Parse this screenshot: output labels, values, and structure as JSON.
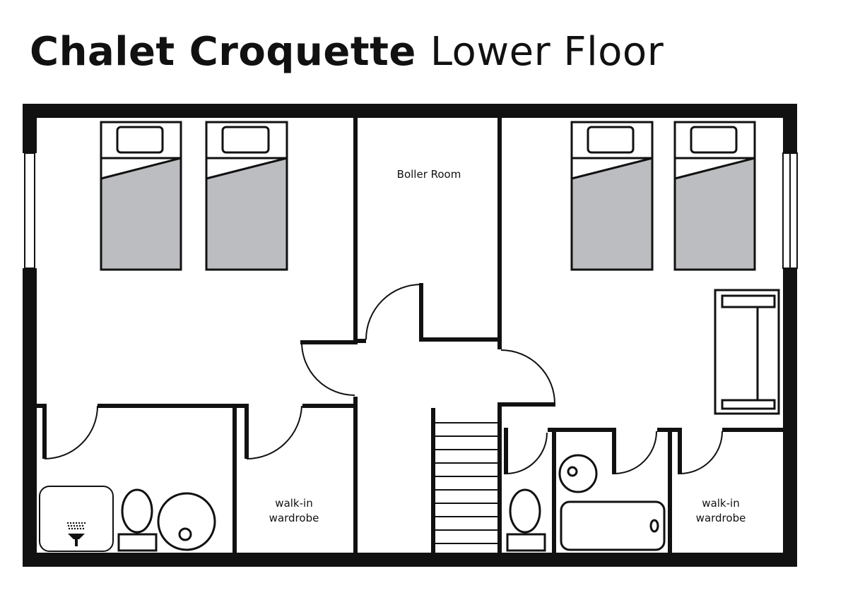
{
  "title": {
    "bold_part": "Chalet Croquette",
    "light_part": "Lower Floor"
  },
  "rooms": {
    "boiler_room": "Boller Room",
    "wardrobe_left": {
      "line1": "walk-in",
      "line2": "wardrobe"
    },
    "wardrobe_right": {
      "line1": "walk-in",
      "line2": "wardrobe"
    }
  },
  "colors": {
    "wall": "#111111",
    "bed_fill": "#bcbdc0",
    "background": "#ffffff"
  }
}
